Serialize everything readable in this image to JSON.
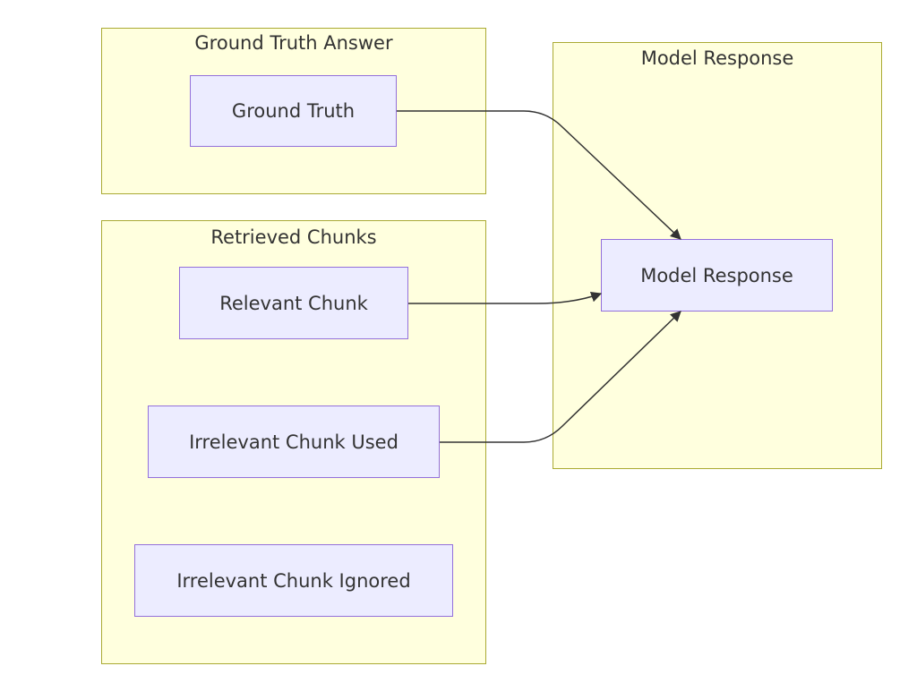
{
  "clusters": {
    "ground_truth_answer": {
      "title": "Ground Truth Answer"
    },
    "retrieved_chunks": {
      "title": "Retrieved Chunks"
    },
    "model_response": {
      "title": "Model Response"
    }
  },
  "nodes": {
    "ground_truth": {
      "label": "Ground Truth"
    },
    "relevant_chunk": {
      "label": "Relevant Chunk"
    },
    "irrelevant_used": {
      "label": "Irrelevant Chunk Used"
    },
    "irrelevant_ignored": {
      "label": "Irrelevant Chunk Ignored"
    },
    "model_response": {
      "label": "Model Response"
    }
  },
  "edges": [
    {
      "from": "Ground Truth",
      "to": "Model Response"
    },
    {
      "from": "Relevant Chunk",
      "to": "Model Response"
    },
    {
      "from": "Irrelevant Chunk Used",
      "to": "Model Response"
    }
  ],
  "colors": {
    "cluster_fill": "#ffffde",
    "cluster_border": "#aaaa33",
    "node_fill": "#ececff",
    "node_border": "#9370db",
    "edge": "#333333",
    "text": "#333333"
  }
}
